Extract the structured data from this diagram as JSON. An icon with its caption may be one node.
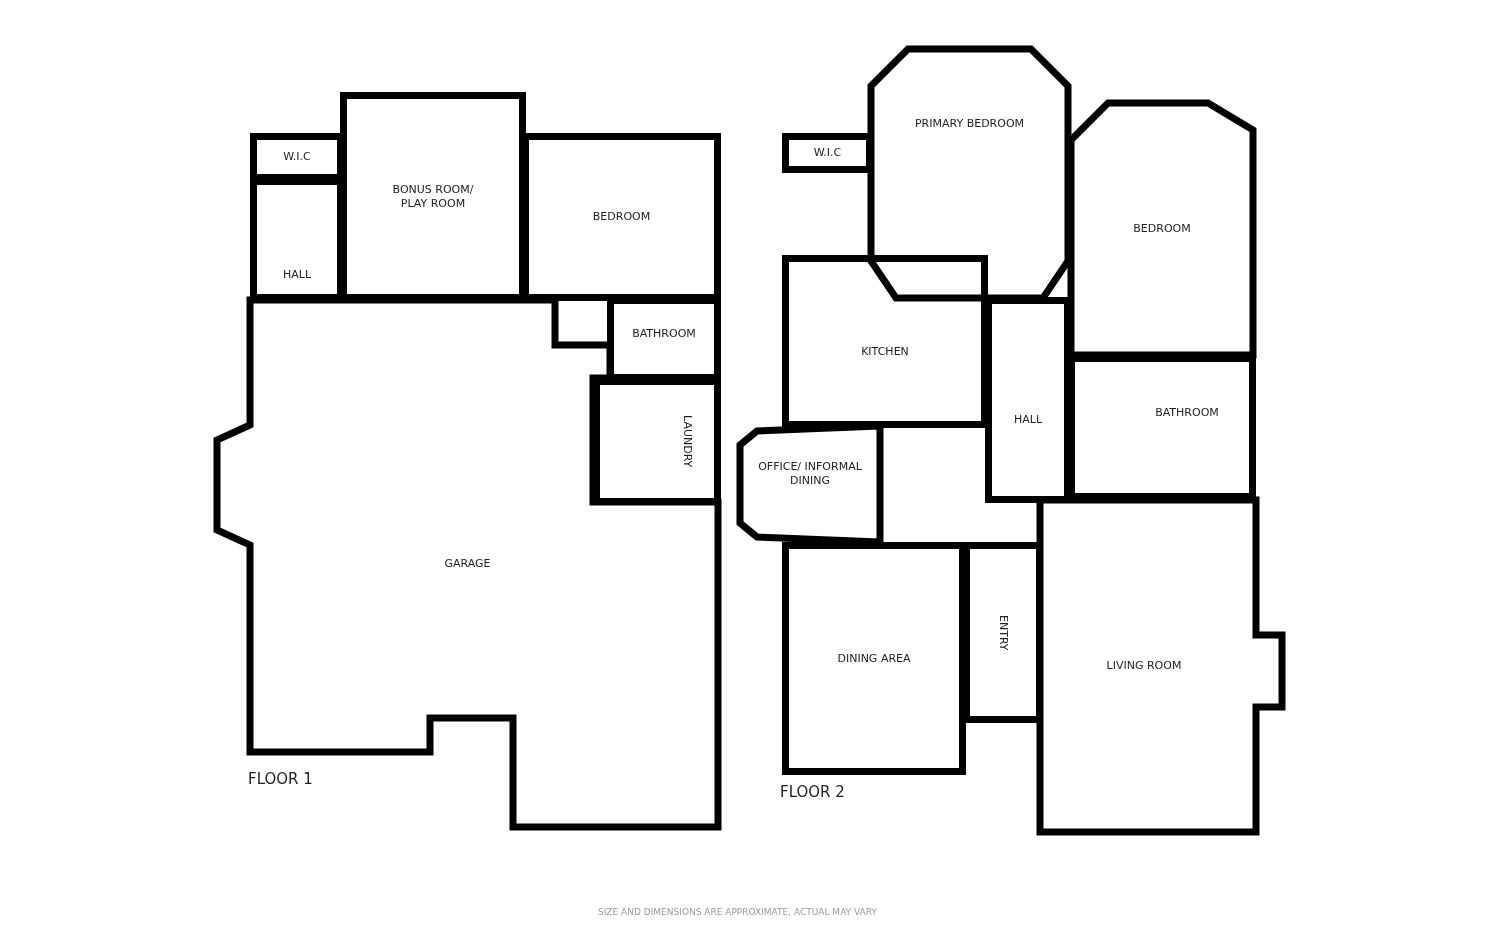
{
  "diagram": {
    "nodes": [
      {
        "text": [
          "W.I.C"
        ]
      },
      {
        "text": [
          "BONUS ROOM/ PLAY ROOM"
        ]
      },
      {
        "text": [
          "BEDROOM"
        ]
      },
      {
        "text": [
          "HALL"
        ]
      },
      {
        "text": [
          "BATHROOM"
        ]
      },
      {
        "text": [
          "LAUNDRY"
        ]
      },
      {
        "text": [
          "GARAGE"
        ]
      },
      {
        "text": [
          "W.I.C"
        ]
      },
      {
        "text": [
          "PRIMARY BEDROOM"
        ]
      },
      {
        "text": [
          "BEDROOM"
        ]
      },
      {
        "text": [
          "KITCHEN"
        ]
      },
      {
        "text": [
          "HALL"
        ]
      },
      {
        "text": [
          "BATHROOM"
        ]
      },
      {
        "text": [
          "OFFICE/ INFORMAL DINING"
        ]
      },
      {
        "text": [
          "DINING AREA"
        ]
      },
      {
        "text": [
          "ENTRY"
        ]
      },
      {
        "text": [
          "LIVING ROOM"
        ]
      }
    ],
    "labels": [
      "FLOOR 1",
      "FLOOR 2",
      "SIZE AND DIMENSIONS ARE APPROXIMATE, ACTUAL MAY VARY"
    ]
  }
}
